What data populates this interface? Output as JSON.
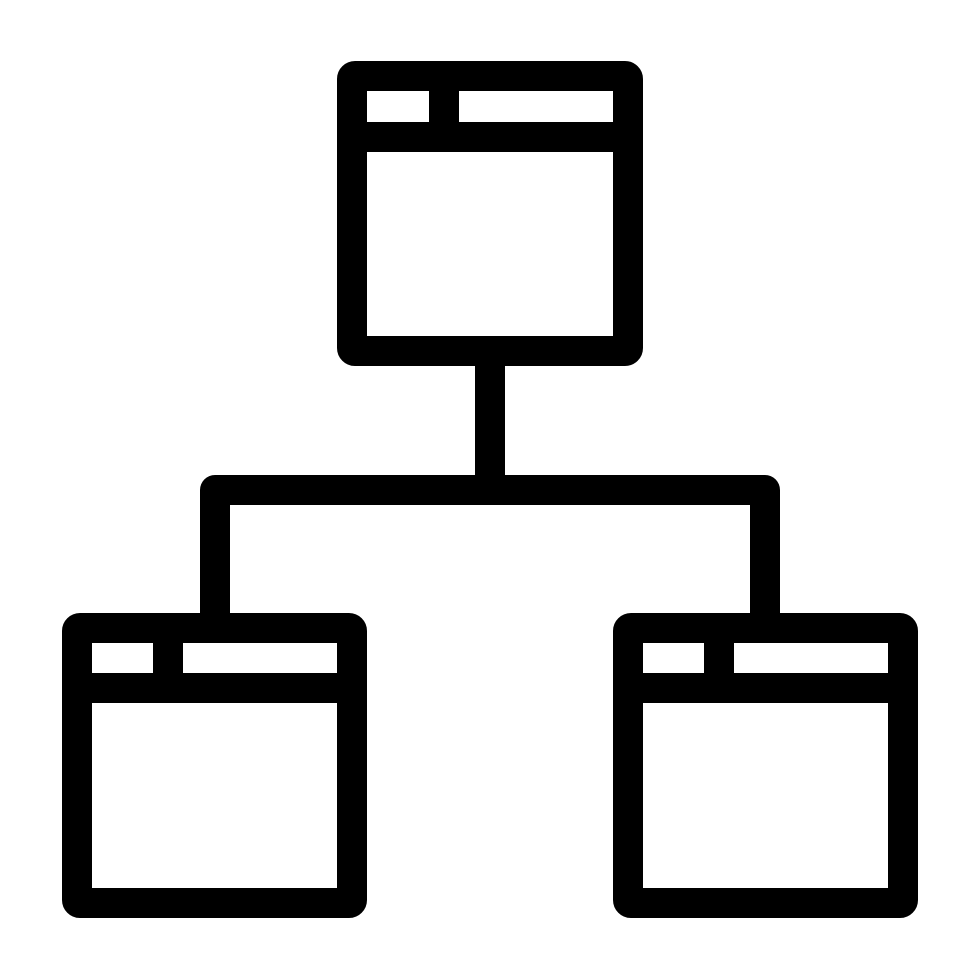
{
  "icon": {
    "name": "sitemap-hierarchy-icon",
    "stroke_color": "#000000",
    "background_color": "#ffffff"
  },
  "nodes": [
    {
      "id": "root-window",
      "icon": "browser-window-icon"
    },
    {
      "id": "left-child-window",
      "icon": "browser-window-icon"
    },
    {
      "id": "right-child-window",
      "icon": "browser-window-icon"
    }
  ],
  "connectors": [
    {
      "from": "root-window",
      "to": "left-child-window"
    },
    {
      "from": "root-window",
      "to": "right-child-window"
    }
  ]
}
